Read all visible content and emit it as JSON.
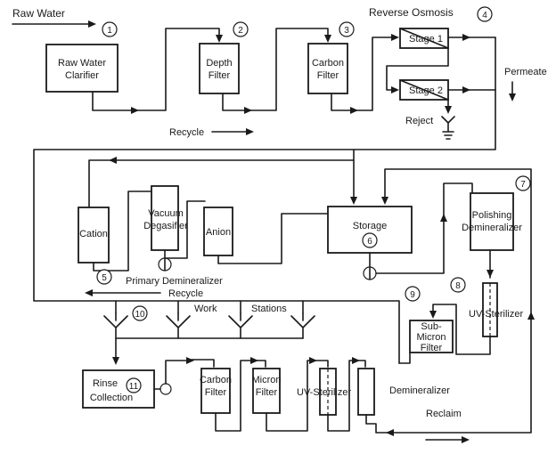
{
  "labels": {
    "raw_water": "Raw Water",
    "reverse_osmosis": "Reverse Osmosis",
    "permeate": "Permeate",
    "reject": "Reject",
    "recycle_top": "Recycle",
    "recycle_mid": "Recycle",
    "primary_demineralizer": "Primary Demineralizer",
    "work": "Work",
    "stations": "Stations",
    "reclaim": "Reclaim"
  },
  "units": {
    "raw_water_clarifier": [
      "Raw Water",
      "Clarifier"
    ],
    "depth_filter": [
      "Depth",
      "Filter"
    ],
    "carbon_filter_1": [
      "Carbon",
      "Filter"
    ],
    "stage_1": "Stage 1",
    "stage_2": "Stage 2",
    "cation": "Cation",
    "vacuum_degasifier": [
      "Vacuum",
      "Degasifier"
    ],
    "anion": "Anion",
    "storage": "Storage",
    "polishing_demineralizer": [
      "Polishing",
      "Demineralizer"
    ],
    "uv_sterilizer_1": "UV-Sterilizer",
    "sub_micron_filter": [
      "Sub-",
      "Micron",
      "Filter"
    ],
    "rinse_collection": [
      "Rinse",
      "Collection"
    ],
    "carbon_filter_2": [
      "Carbon",
      "Filter"
    ],
    "micron_filter": [
      "Micron",
      "Filter"
    ],
    "uv_sterilizer_2": "UV-Sterilizer",
    "demineralizer": "Demineralizer"
  },
  "step_numbers": [
    "1",
    "2",
    "3",
    "4",
    "5",
    "6",
    "7",
    "8",
    "9",
    "10",
    "11"
  ]
}
